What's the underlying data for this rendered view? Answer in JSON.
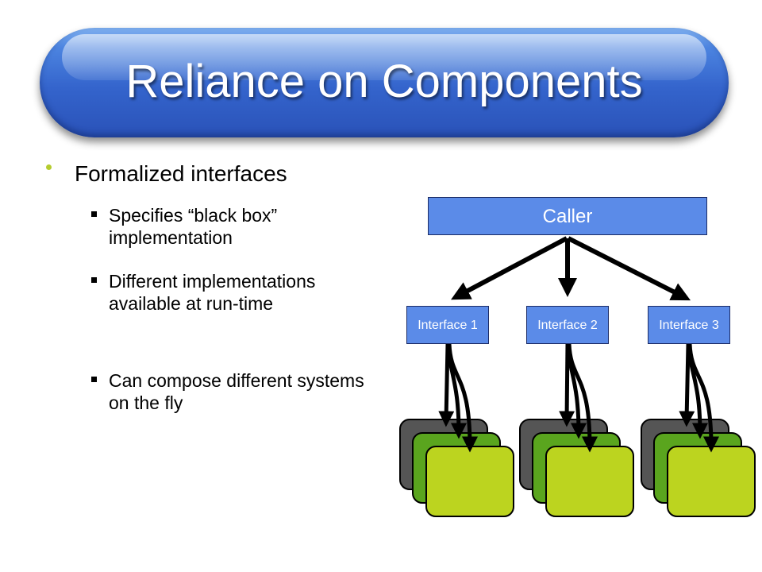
{
  "slide": {
    "title": "Reliance on Components",
    "bullet": "Formalized interfaces",
    "sub_bullets": [
      "Specifies “black box” implementation",
      "Different implementations available at run-time",
      "Can compose different systems on the fly"
    ]
  },
  "diagram": {
    "caller_label": "Caller",
    "interfaces": [
      "Interface 1",
      "Interface 2",
      "Interface 3"
    ],
    "colors": {
      "box_fill": "#5b8be8",
      "component_dark": "#555555",
      "component_green": "#5aa51e",
      "component_lime": "#bcd41f",
      "bullet": "#b5cc2e",
      "title_bar": "#3a6cd6"
    }
  }
}
